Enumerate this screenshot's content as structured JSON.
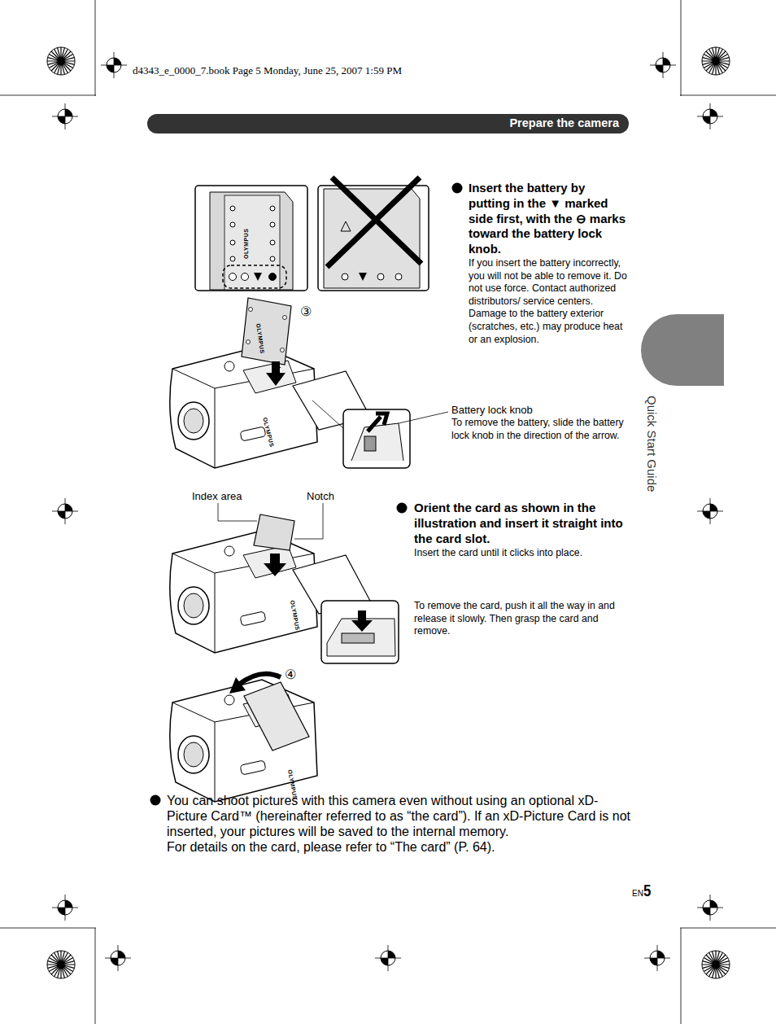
{
  "diagram": {
    "nodes": [
      {
        "text": [
          "Prepare the camera"
        ]
      }
    ],
    "labels": [
      "d4343_e_0000_7.book  Page 5  Monday, June 25, 2007  1:59 PM",
      "Insert the battery by putting in the ▼ marked side first, with the ⊖ marks toward the battery lock knob.",
      "If you insert the battery incorrectly, you will not be able to remove it. Do not use force. Contact authorized distributors/ service centers. Damage to the battery exterior (scratches, etc.) may produce heat or an explosion.",
      "Battery lock knob",
      "To remove the battery, slide the battery lock knob in the direction of the arrow.",
      "Index area",
      "Notch",
      "Orient the card as shown in the illustration and insert it straight into the card slot.",
      "Insert the card until it clicks into place.",
      "To remove the card, push it all the way in and release it slowly. Then grasp the card and remove.",
      "You can shoot pictures with this camera even without using an optional xD-Picture Card™ (hereinafter referred to as “the card”). If an xD-Picture Card is not inserted, your pictures will be saved to the internal memory.",
      "For details on the card, please refer to “The card” (P. 64).",
      "Quick Start Guide",
      "EN",
      "5",
      "③",
      "④",
      "OLYMPUS",
      "OLYMPUS",
      "OLYMPUS",
      "OLYMPUS",
      "OLYMPUS"
    ]
  }
}
